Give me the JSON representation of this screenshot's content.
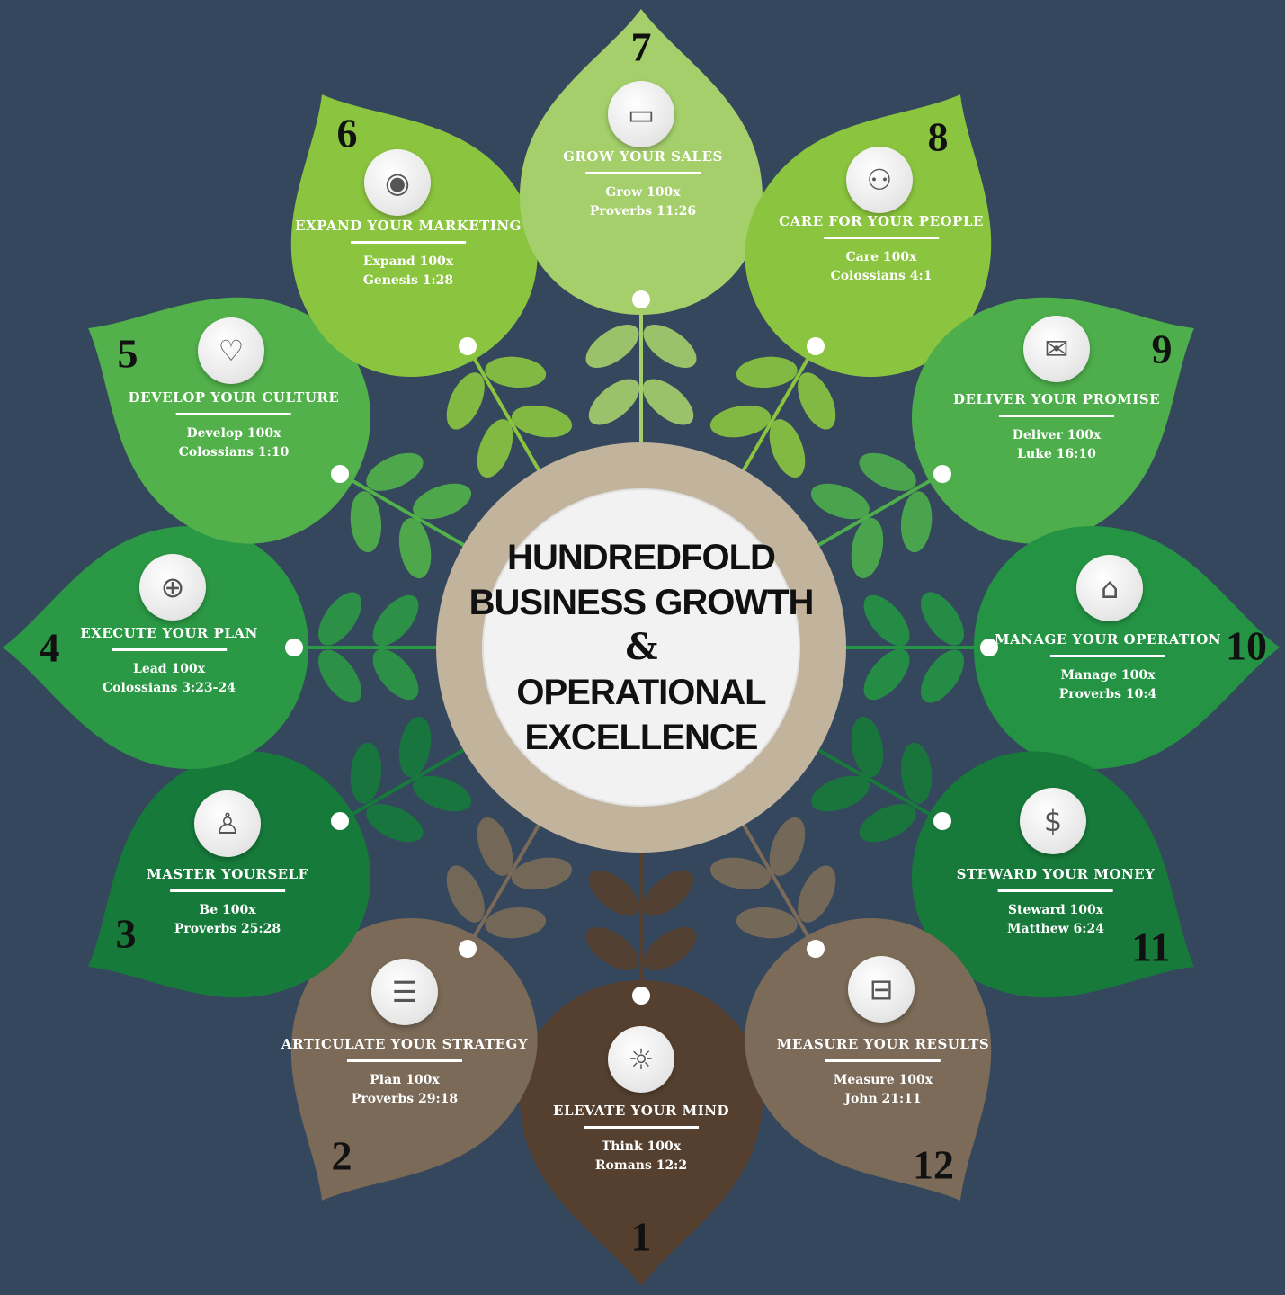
{
  "center": {
    "line1": "HUNDREDFOLD",
    "line2": "BUSINESS GROWTH",
    "ampersand": "&",
    "line3": "OPERATIONAL",
    "line4": "EXCELLENCE"
  },
  "colors": {
    "background": "#34475d",
    "ring": "#c2b39c"
  },
  "petals": [
    {
      "number": "1",
      "title": "ELEVATE YOUR MIND",
      "line1": "Think 100x",
      "line2": "Romans 12:2",
      "icon": "lightbulb-icon",
      "color": "#55402f"
    },
    {
      "number": "2",
      "title": "ARTICULATE YOUR STRATEGY",
      "line1": "Plan 100x",
      "line2": "Proverbs 29:18",
      "icon": "document-icon",
      "color": "#7a6a57"
    },
    {
      "number": "3",
      "title": "MASTER YOURSELF",
      "line1": "Be 100x",
      "line2": "Proverbs 25:28",
      "icon": "person-icon",
      "color": "#157a3a"
    },
    {
      "number": "4",
      "title": "EXECUTE YOUR PLAN",
      "line1": "Lead 100x",
      "line2": "Colossians 3:23-24",
      "icon": "basketball-icon",
      "color": "#2b9845"
    },
    {
      "number": "5",
      "title": "DEVELOP YOUR CULTURE",
      "line1": "Develop 100x",
      "line2": "Colossians 1:10",
      "icon": "heart-icon",
      "color": "#52b14a"
    },
    {
      "number": "6",
      "title": "EXPAND YOUR MARKETING",
      "line1": "Expand 100x",
      "line2": "Genesis 1:28",
      "icon": "broadcast-icon",
      "color": "#8bc53f"
    },
    {
      "number": "7",
      "title": "GROW YOUR SALES",
      "line1": "Grow 100x",
      "line2": "Proverbs 11:26",
      "icon": "laptop-icon",
      "color": "#a4cf6b"
    },
    {
      "number": "8",
      "title": "CARE FOR YOUR PEOPLE",
      "line1": "Care 100x",
      "line2": "Colossians 4:1",
      "icon": "people-icon",
      "color": "#8bc53f"
    },
    {
      "number": "9",
      "title": "DELIVER YOUR PROMISE",
      "line1": "Deliver 100x",
      "line2": "Luke 16:10",
      "icon": "envelope-icon",
      "color": "#4dae4b"
    },
    {
      "number": "10",
      "title": "MANAGE YOUR OPERATION",
      "line1": "Manage 100x",
      "line2": "Proverbs 10:4",
      "icon": "house-icon",
      "color": "#249444"
    },
    {
      "number": "11",
      "title": "STEWARD YOUR MONEY",
      "line1": "Steward 100x",
      "line2": "Matthew 6:24",
      "icon": "dollar-icon",
      "color": "#177a3a"
    },
    {
      "number": "12",
      "title": "MEASURE YOUR RESULTS",
      "line1": "Measure 100x",
      "line2": "John 21:11",
      "icon": "briefcase-icon",
      "color": "#7b6b58"
    }
  ]
}
